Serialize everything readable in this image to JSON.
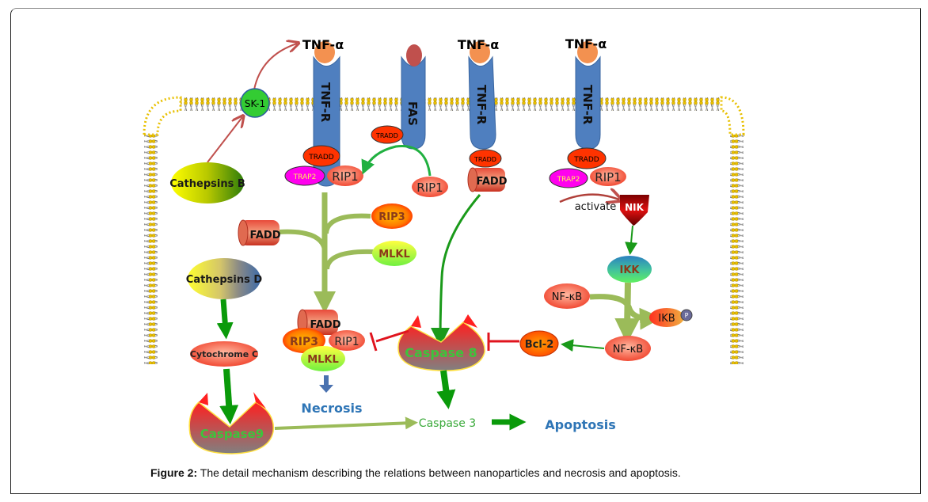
{
  "figure": {
    "caption_label": "Figure 2:",
    "caption_text": " The detail mechanism describing the relations between nanoparticles and necrosis and apoptosis."
  },
  "colors": {
    "membrane_head": "#e8c000",
    "receptor": "#4f7fbf",
    "ligand_tnf": "#f39150",
    "ligand_fas": "#c0504d",
    "green_arrow": "#1a9a1a",
    "olive_arrow": "#9bbb59",
    "inhibit": "#e0141e",
    "text_blue": "#2e75b6",
    "caspase_text": "#3cc43c"
  },
  "ligands": {
    "tnf_alpha_1": "TNF-α",
    "tnf_alpha_2": "TNF-α",
    "tnf_alpha_3": "TNF-α"
  },
  "receptors": {
    "tnfr_1": "TNF-R",
    "fas": "FAS",
    "tnfr_2": "TNF-R",
    "tnfr_3": "TNF-R"
  },
  "nodes": {
    "sk1": "SK-1",
    "cathepsins_b": "Cathepsins B",
    "cathepsins_d": "Cathepsins D",
    "cytochrome_c": "Cytochrome C",
    "caspase9": "Caspase9",
    "tradd_1": "TRADD",
    "trap2_1": "TRAP2",
    "rip1_1": "RIP1",
    "tradd_fas": "TRADD",
    "rip1_fas": "RIP1",
    "tradd_2": "TRADD",
    "fadd_2": "FADD",
    "tradd_3": "TRADD",
    "trap2_3": "TRAP2",
    "rip1_3": "RIP1",
    "activate": "activate",
    "nik": "NIK",
    "ikk": "IKK",
    "nfkb_1": "NF-κB",
    "ikb": "IKB",
    "phospho": "P",
    "nfkb_2": "NF-κB",
    "bcl2": "Bcl-2",
    "caspase8": "Caspase 8",
    "fadd_branch": "FADD",
    "rip3_branch": "RIP3",
    "mlkl_branch": "MLKL",
    "fadd_complex": "FADD",
    "rip3_complex": "RIP3",
    "rip1_complex": "RIP1",
    "mlkl_complex": "MLKL",
    "necrosis": "Necrosis",
    "caspase3": "Caspase 3",
    "apoptosis": "Apoptosis"
  }
}
